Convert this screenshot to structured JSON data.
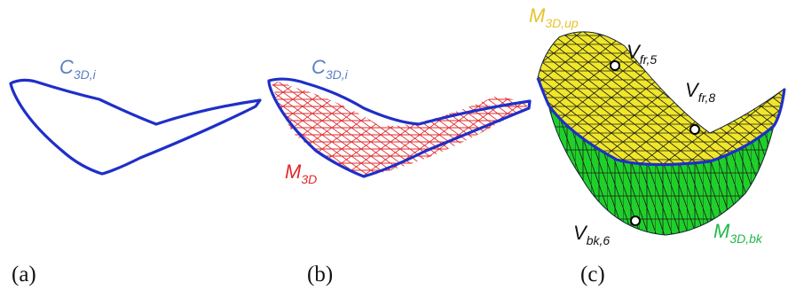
{
  "panels": [
    {
      "id": "a",
      "caption": "(a)",
      "labels": {
        "curve": {
          "main": "C",
          "sub": "3D,i"
        }
      }
    },
    {
      "id": "b",
      "caption": "(b)",
      "labels": {
        "curve": {
          "main": "C",
          "sub": "3D,i"
        },
        "mesh": {
          "main": "M",
          "sub": "3D"
        }
      }
    },
    {
      "id": "c",
      "caption": "(c)",
      "labels": {
        "upper": {
          "main": "M",
          "sub": "3D,up"
        },
        "back": {
          "main": "M",
          "sub": "3D,bk"
        },
        "vfr5": {
          "main": "V",
          "sub": "fr,5"
        },
        "vfr8": {
          "main": "V",
          "sub": "fr,8"
        },
        "vbk6": {
          "main": "V",
          "sub": "bk,6"
        }
      }
    }
  ],
  "colors": {
    "curve": "#1f2fc8",
    "curve_label": "#5b7fc4",
    "mesh_red": "#e0282c",
    "upper_fill": "#f0e62a",
    "back_fill": "#1fd02a",
    "upper_label": "#e8c22c",
    "back_label": "#20b84a",
    "mesh_edges": "#1a1a1a"
  }
}
